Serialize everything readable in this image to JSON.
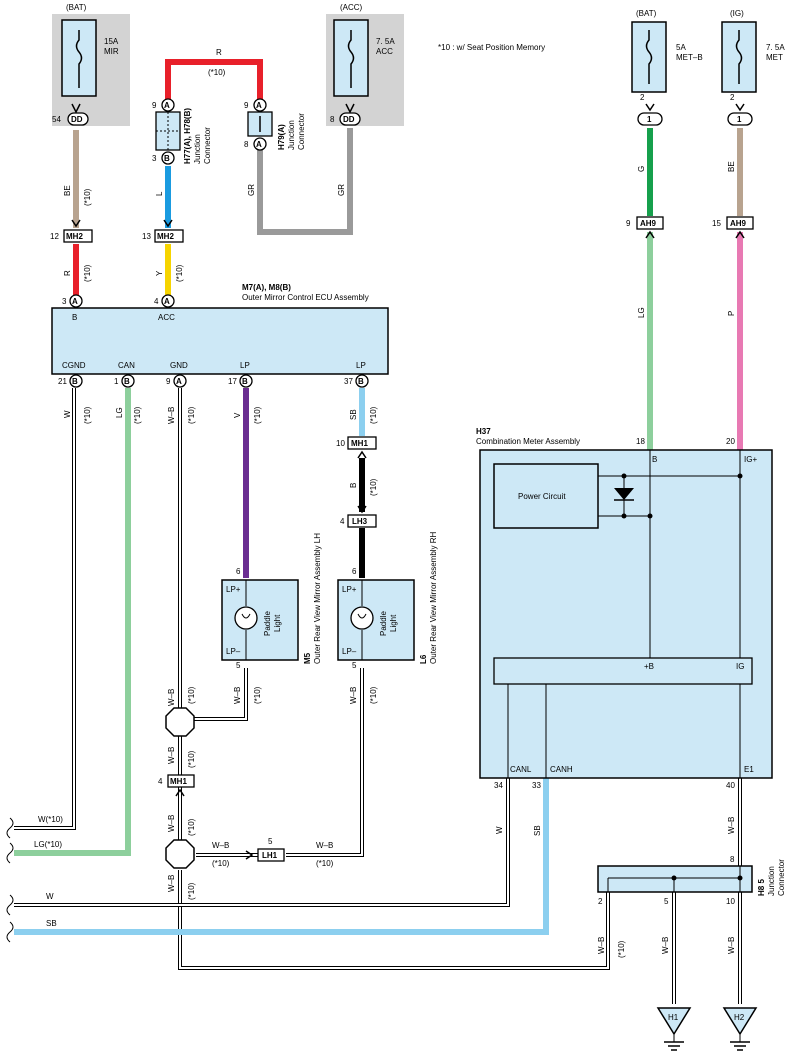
{
  "note": "*10 : w/ Seat Position Memory",
  "fuses": {
    "mir": {
      "supply": "(BAT)",
      "rating": "15A",
      "name": "MIR",
      "pin": "54",
      "conn": "DD"
    },
    "acc": {
      "supply": "(ACC)",
      "rating": "7. 5A",
      "name": "ACC",
      "pin": "8",
      "conn": "DD"
    },
    "metb": {
      "supply": "(BAT)",
      "rating": "5A",
      "name": "MET–B",
      "pin": "2",
      "conn": "1"
    },
    "met": {
      "supply": "(IG)",
      "rating": "7. 5A",
      "name": "MET",
      "pin": "2",
      "conn": "1"
    }
  },
  "junctions": {
    "h77": {
      "title": "H77(A), H78(B)",
      "sub1": "Junction",
      "sub2": "Connector"
    },
    "h79": {
      "title": "H79(A)",
      "sub1": "Junction",
      "sub2": "Connector"
    },
    "h85": {
      "title": "H8 5",
      "sub1": "Junction",
      "sub2": "Connector"
    }
  },
  "ecu": {
    "title": "M7(A), M8(B)",
    "name": "Outer Mirror Control ECU Assembly",
    "pins_top": [
      {
        "pin": "3",
        "conn": "A",
        "label": "B"
      },
      {
        "pin": "4",
        "conn": "A",
        "label": "ACC"
      }
    ],
    "pins_bottom": [
      {
        "pin": "21",
        "conn": "B",
        "label": "CGND"
      },
      {
        "pin": "1",
        "conn": "B",
        "label": "CAN"
      },
      {
        "pin": "9",
        "conn": "A",
        "label": "GND"
      },
      {
        "pin": "17",
        "conn": "B",
        "label": "LP"
      },
      {
        "pin": "37",
        "conn": "B",
        "label": "LP"
      }
    ]
  },
  "meter": {
    "id": "H37",
    "name": "Combination Meter Assembly",
    "power": "Power Circuit",
    "pin_b": "18",
    "label_b": "B",
    "pin_ig": "20",
    "label_ig": "IG+",
    "inner_b": "+B",
    "inner_ig": "IG",
    "canl": "CANL",
    "canh": "CANH",
    "e1": "E1",
    "pin_canl": "34",
    "pin_canh": "33",
    "pin_e1": "40"
  },
  "mirrors": {
    "lh": {
      "id": "M5",
      "name": "Outer Rear View Mirror Assembly LH",
      "lp_plus": "LP+",
      "lp_minus": "LP–",
      "lamp1": "Paddle",
      "lamp2": "Light",
      "pin_top": "6",
      "pin_bot": "5"
    },
    "rh": {
      "id": "L6",
      "name": "Outer Rear View Mirror Assembly RH",
      "lp_plus": "LP+",
      "lp_minus": "LP–",
      "lamp1": "Paddle",
      "lamp2": "Light",
      "pin_top": "6",
      "pin_bot": "5"
    }
  },
  "connectors": {
    "mh2a": {
      "pin": "12",
      "name": "MH2"
    },
    "mh2b": {
      "pin": "13",
      "name": "MH2"
    },
    "ah9a": {
      "pin": "9",
      "name": "AH9"
    },
    "ah9b": {
      "pin": "15",
      "name": "AH9"
    },
    "mh1a": {
      "pin": "10",
      "name": "MH1"
    },
    "lh3": {
      "pin": "4",
      "name": "LH3"
    },
    "mh1b": {
      "pin": "4",
      "name": "MH1"
    },
    "lh1": {
      "pin": "5",
      "name": "LH1"
    }
  },
  "pins": {
    "h77_9": "9",
    "h77_3": "3",
    "h77_a": "A",
    "h77_b": "B",
    "h79_9": "9",
    "h79_8": "8",
    "h79_a": "A",
    "h85_8": "8",
    "h85_2": "2",
    "h85_5": "5",
    "h85_10": "10"
  },
  "wires": {
    "r": "R",
    "be": "BE",
    "l": "L",
    "gr": "GR",
    "y": "Y",
    "g": "G",
    "lg": "LG",
    "p": "P",
    "w": "W",
    "v": "V",
    "sb": "SB",
    "b": "B",
    "wb": "W–B",
    "star10": "(*10)",
    "w_star": "W(*10)",
    "lg_star": "LG(*10)"
  },
  "grounds": {
    "h1": "H1",
    "h2": "H2"
  },
  "colors": {
    "red": "#e8202a",
    "tan": "#b8a38f",
    "blue": "#1a9be0",
    "gray": "#9a9a9a",
    "yellow": "#f6d400",
    "green": "#16a04c",
    "lightgreen": "#8dcf9c",
    "pink": "#e879b3",
    "purple": "#6a2d91",
    "skyblue": "#8ccfef"
  }
}
